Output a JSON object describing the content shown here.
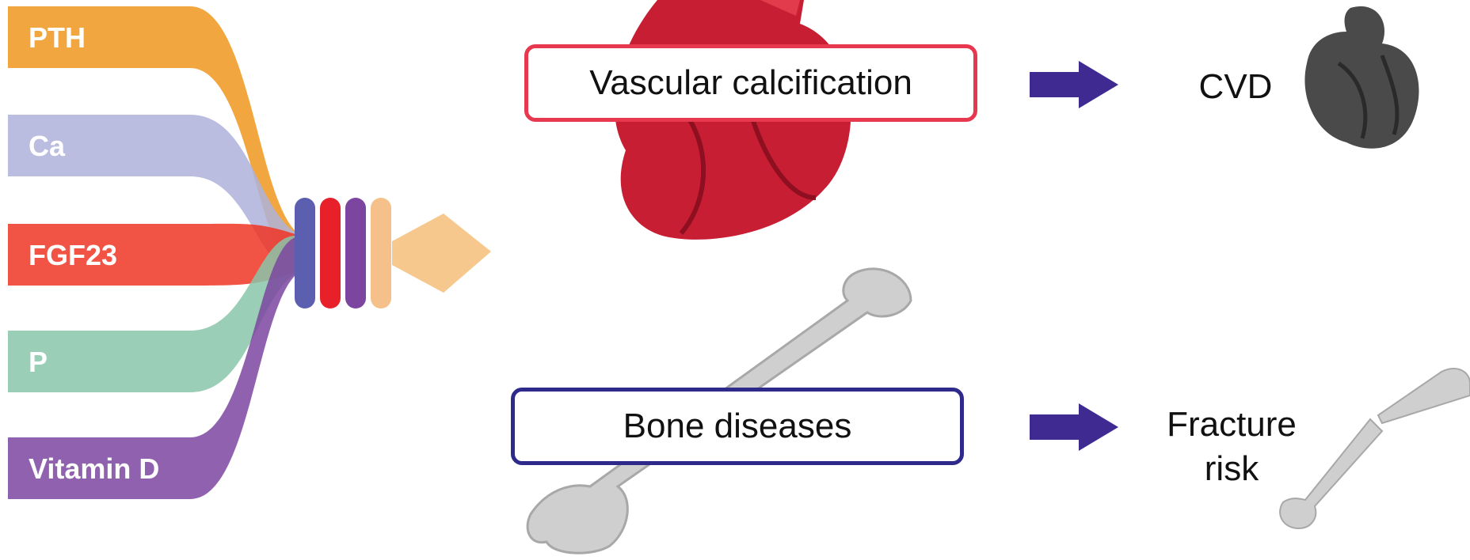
{
  "factors": [
    {
      "label": "PTH",
      "color": "#f0961f"
    },
    {
      "label": "Ca",
      "color": "#aeb1da"
    },
    {
      "label": "FGF23",
      "color": "#ee3524"
    },
    {
      "label": "P",
      "color": "#8ac6a9"
    },
    {
      "label": "Vitamin D",
      "color": "#7b45a0"
    }
  ],
  "knot": {
    "ring_colors": [
      "#5c5fb0",
      "#e8202a",
      "#7b45a0",
      "#f5c089"
    ],
    "arrow_color": "#f6c88e"
  },
  "outcomes": [
    {
      "box_label": "Vascular calcification",
      "box_border": "#e8384f",
      "result": "CVD",
      "arrow_color": "#3f2a91"
    },
    {
      "box_label": "Bone diseases",
      "box_border": "#2e2a8c",
      "result_lines": [
        "Fracture",
        "risk"
      ],
      "arrow_color": "#3f2a91"
    }
  ],
  "illustrations": {
    "large_heart": "red-anatomical-heart-icon",
    "small_heart": "grey-heart-icon",
    "large_bone": "femur-bone-icon",
    "small_bone": "fractured-femur-icon"
  }
}
